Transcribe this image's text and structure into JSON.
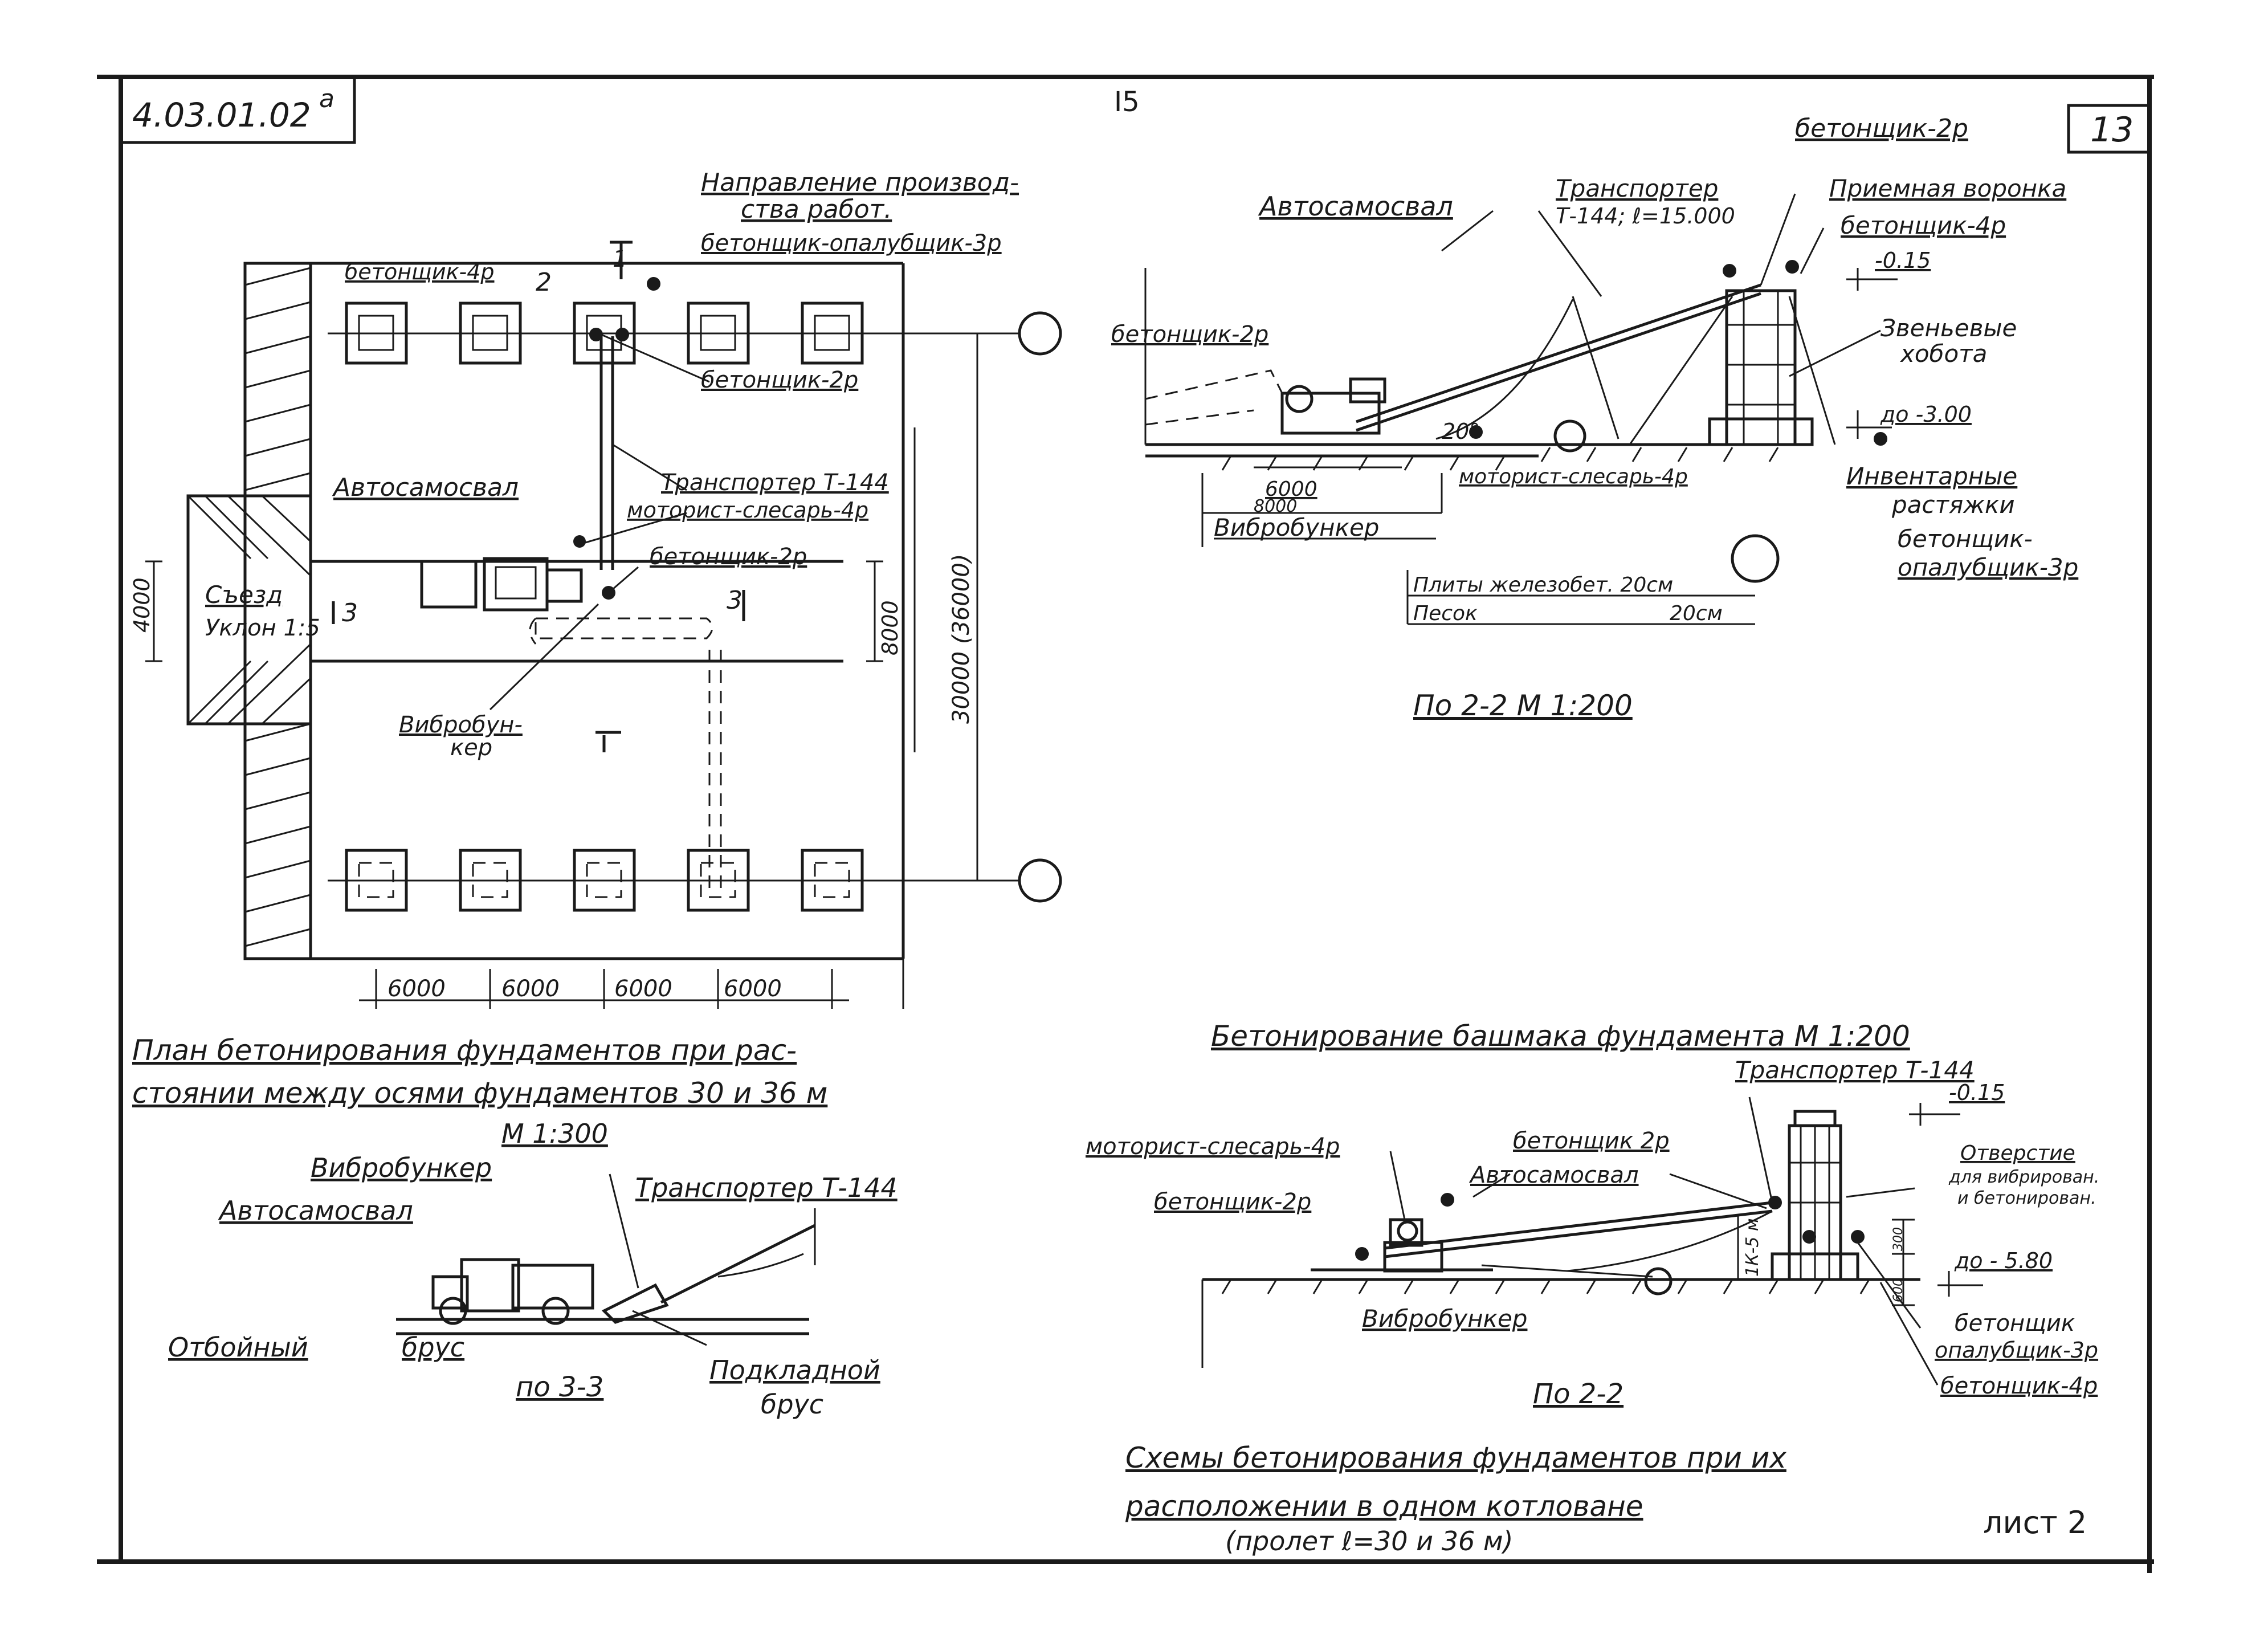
{
  "sheet": {
    "doc_code": "4.03.01.02",
    "doc_code_sup": "а",
    "page_number": "I5",
    "sheet_number": "13",
    "list_label": "лист 2",
    "main_title_line1": "Схемы бетонирования фундаментов при их",
    "main_title_line2": "расположении в одном котловане",
    "main_title_line3": "(пролет ℓ=30 и 36 м)"
  },
  "plan": {
    "title_line1": "План бетонирования фундаментов при рас-",
    "title_line2": "стоянии между осями фундаментов 30 и 36 м",
    "title_line3": "М 1:300",
    "direction_line1": "Направление производ-",
    "direction_line2": "ства работ.",
    "worker_top": "бетонщик-опалубщик-3р",
    "worker_left_top": "бетонщик-4р",
    "worker_mid": "бетонщик-2р",
    "worker_low": "бетонщик-2р",
    "label_autotruck": "Автосамосвал",
    "label_transporter": "Транспортер Т-144",
    "label_motorist": "моторист-слесарь-4р",
    "label_vibro_line1": "Вибробун-",
    "label_vibro_line2": "кер",
    "label_ramp": "Съезд",
    "label_slope": "Уклон 1:5",
    "section_mark_1": "1",
    "section_mark_2": "2",
    "section_mark_3": "3",
    "dim_4000": "4000",
    "dim_8000": "8000",
    "dim_span": "30000 (36000)",
    "dims_bottom": [
      "6000",
      "6000",
      "6000",
      "6000"
    ]
  },
  "section_22_top": {
    "label_autotruck": "Автосамосвал",
    "label_transporter_line1": "Транспортер",
    "label_transporter_line2": "Т-144; ℓ=15.000",
    "label_worker_top": "бетонщик-2р",
    "label_hopper_line1": "Приемная воронка",
    "label_worker_4p": "бетонщик-4р",
    "level_top": "-0.15",
    "label_trunks_line1": "Звеньевые",
    "label_trunks_line2": "хобота",
    "level_bottom": "до -3.00",
    "label_worker_left": "бетонщик-2р",
    "angle": "20°",
    "dim_6000": "6000",
    "dim_8000": "8000",
    "label_motorist": "моторист-слесарь-4р",
    "label_vibro": "Вибробункер",
    "label_braces_line1": "Инвентарные",
    "label_braces_line2": "растяжки",
    "label_worker_form_line1": "бетонщик-",
    "label_worker_form_line2": "опалубщик-3р",
    "label_slabs": "Плиты железобет. 20см",
    "label_sand": "Песок",
    "label_sand_value": "20см",
    "caption": "По 2-2  М 1:200"
  },
  "section_33": {
    "label_vibro": "Вибробункер",
    "label_autotruck": "Автосамосвал",
    "label_transporter": "Транспортер Т-144",
    "label_bump": "Отбойный",
    "label_beam": "брус",
    "label_pad_line1": "Подкладной",
    "label_pad_line2": "брус",
    "caption": "по 3-3"
  },
  "section_shoe": {
    "title": "Бетонирование башмака фундамента  М 1:200",
    "label_transporter": "Транспортер Т-144",
    "level_top": "-0.15",
    "label_motorist": "моторист-слесарь-4р",
    "label_worker_2p_top": "бетонщик 2р",
    "label_autotruck": "Автосамосвал",
    "label_opening_line1": "Отверстие",
    "label_opening_line2": "для вибрирован.",
    "label_opening_line3": "и бетонирован.",
    "label_worker_left": "бетонщик-2р",
    "level_bottom": "до - 5.80",
    "dim_1k": "1К-5 м",
    "dim_300": "300",
    "dim_600": "600",
    "label_vibro": "Вибробункер",
    "label_worker_form_line1": "бетонщик",
    "label_worker_form_line2": "опалубщик-3р",
    "label_worker_4p": "бетонщик-4р",
    "caption": "По 2-2"
  }
}
